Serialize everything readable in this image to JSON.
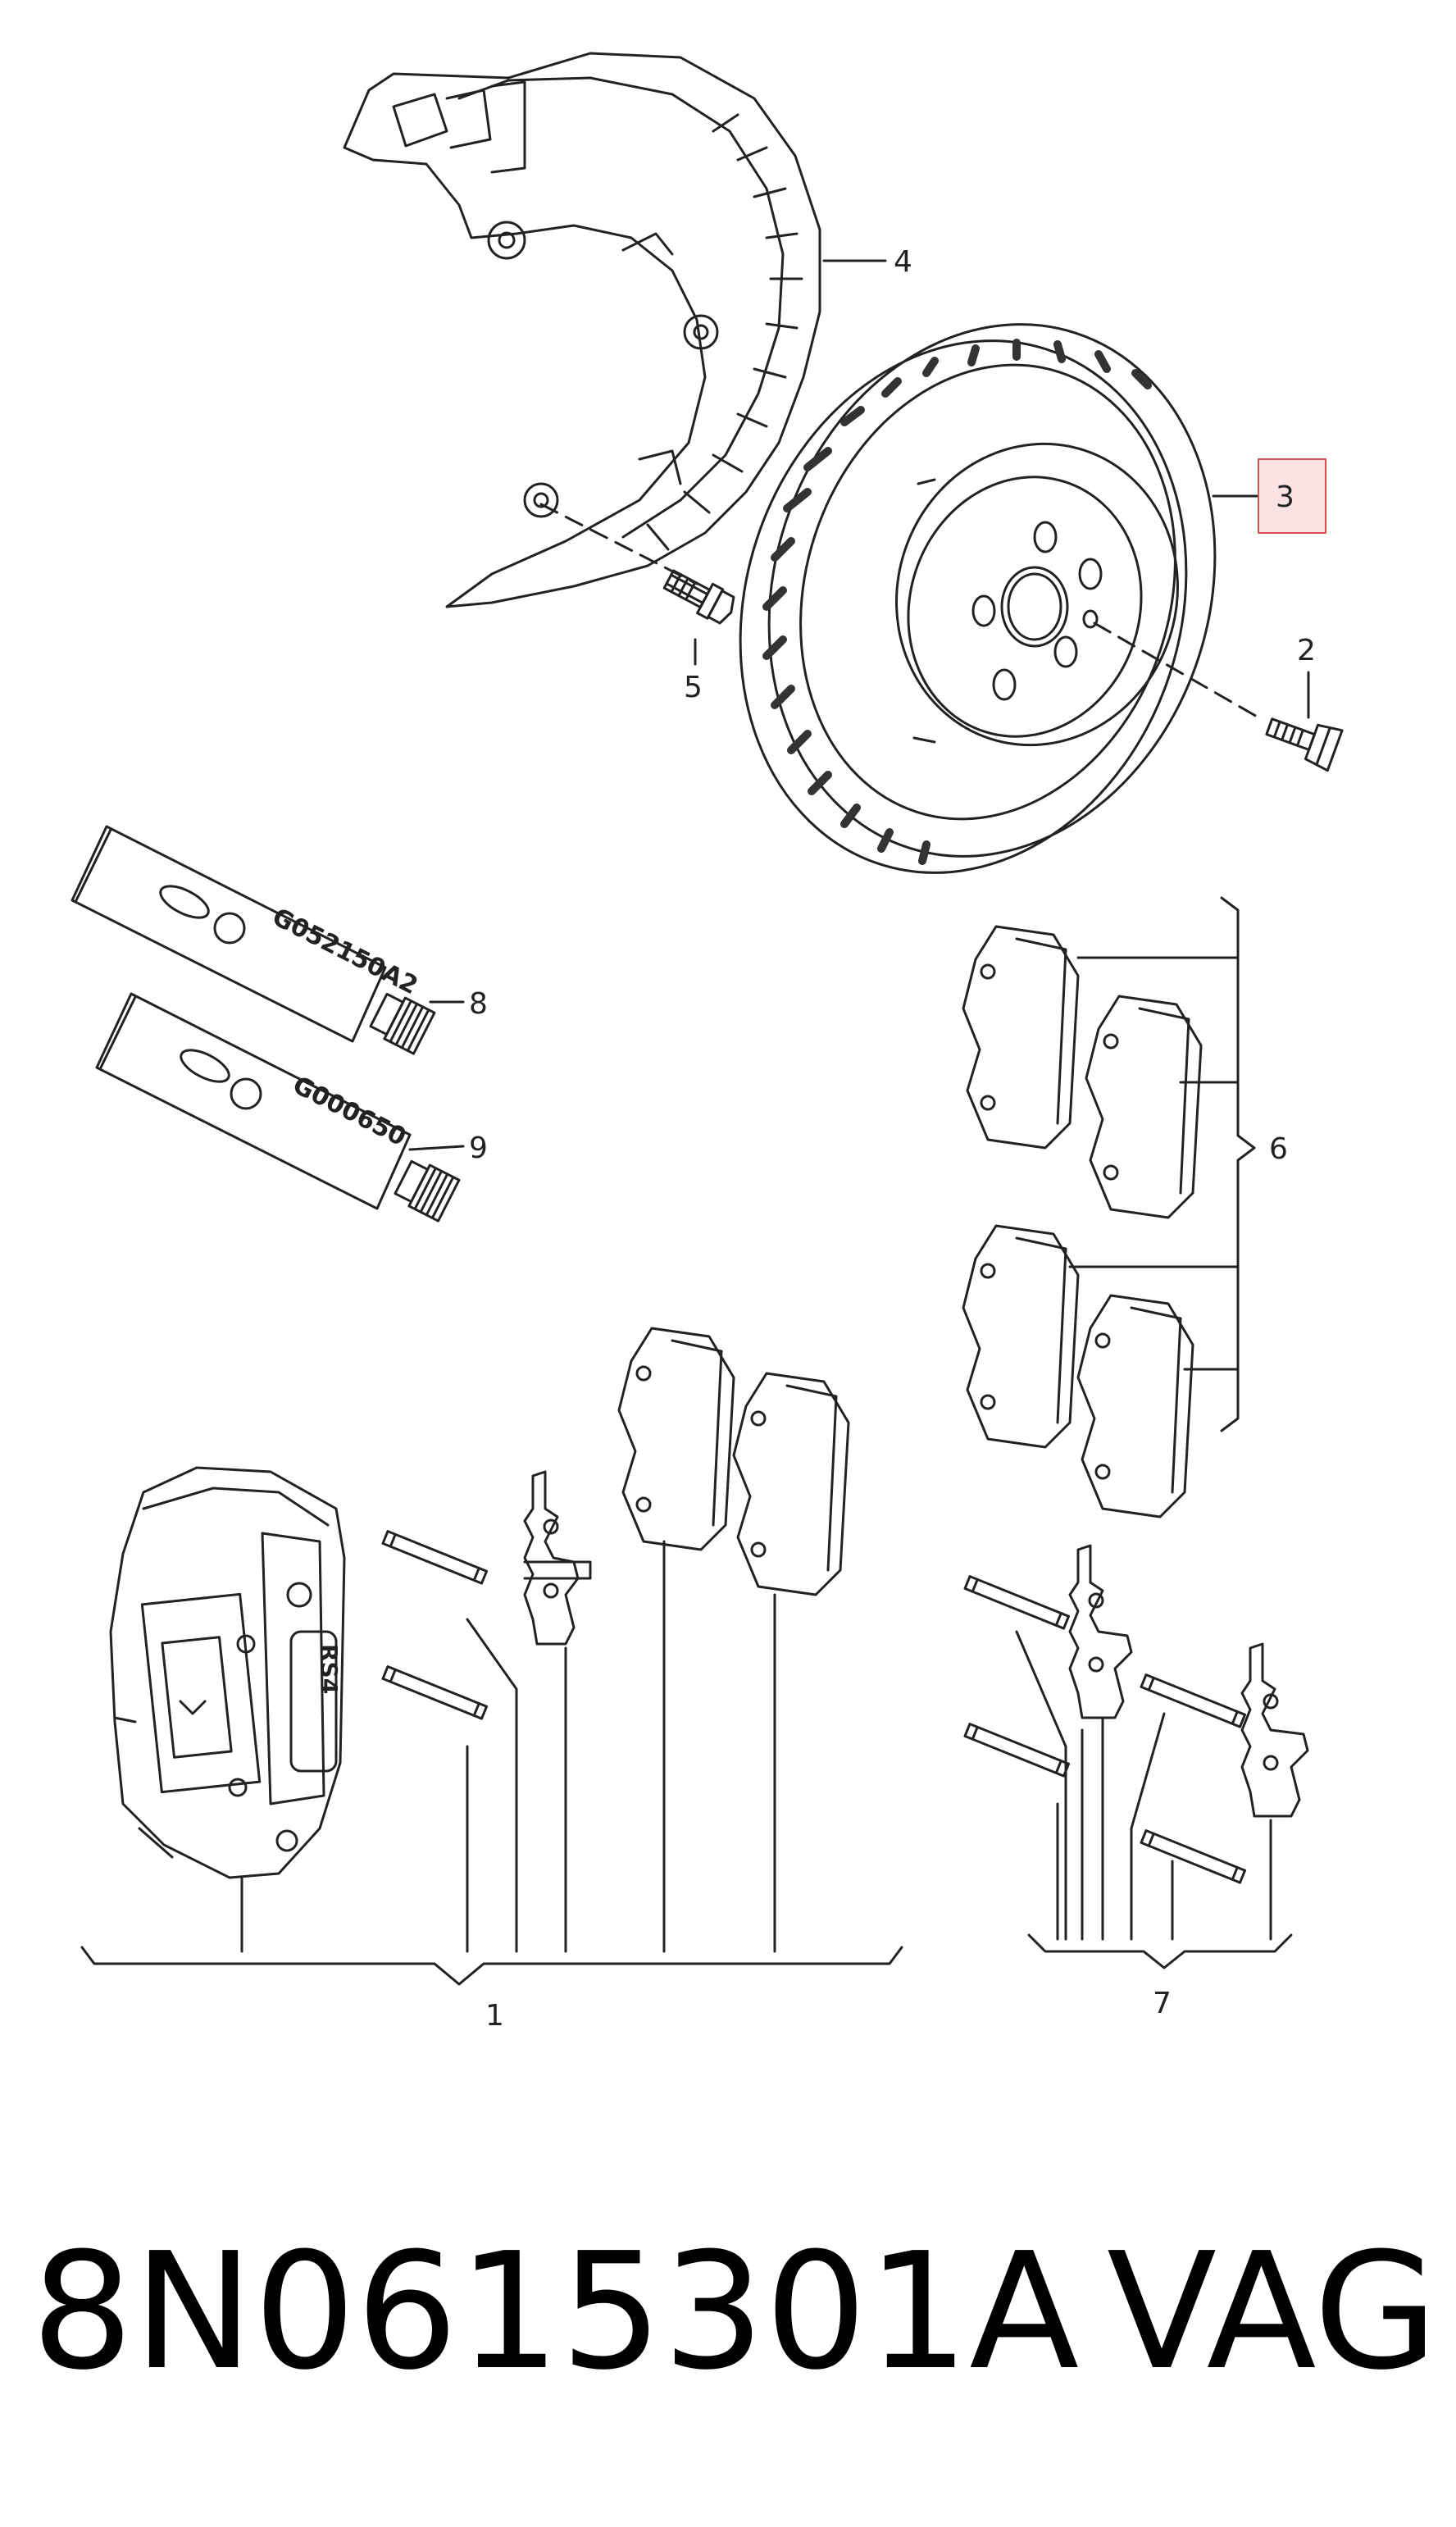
{
  "callouts": {
    "c1": "1",
    "c2": "2",
    "c3": "3",
    "c4": "4",
    "c5": "5",
    "c6": "6",
    "c7": "7",
    "c8": "8",
    "c9": "9"
  },
  "tubes": {
    "grease_a": "G052150A2",
    "grease_b": "G000650"
  },
  "caption": {
    "part_number": "8N0615301A",
    "brand": "VAG"
  },
  "colors": {
    "line": "#222222",
    "highlight_box": "#d85050",
    "highlight_fill": "#fbe3e3"
  }
}
